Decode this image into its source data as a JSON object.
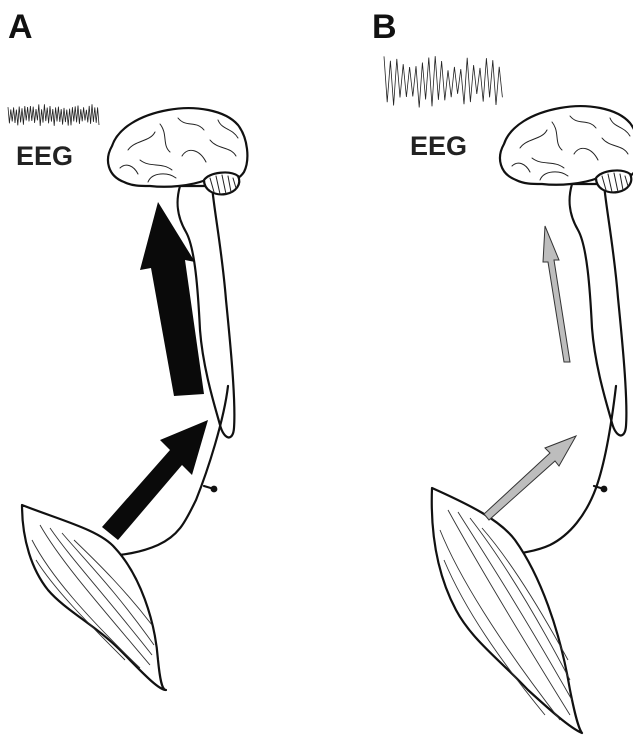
{
  "panels": [
    {
      "letter": "A",
      "eeg_label": "EEG"
    },
    {
      "letter": "B",
      "eeg_label": "EEG"
    }
  ],
  "colors": {
    "line": "#111111",
    "arrow_strong": "#0a0a0a",
    "arrow_weak_fill": "#bdbdbd"
  }
}
